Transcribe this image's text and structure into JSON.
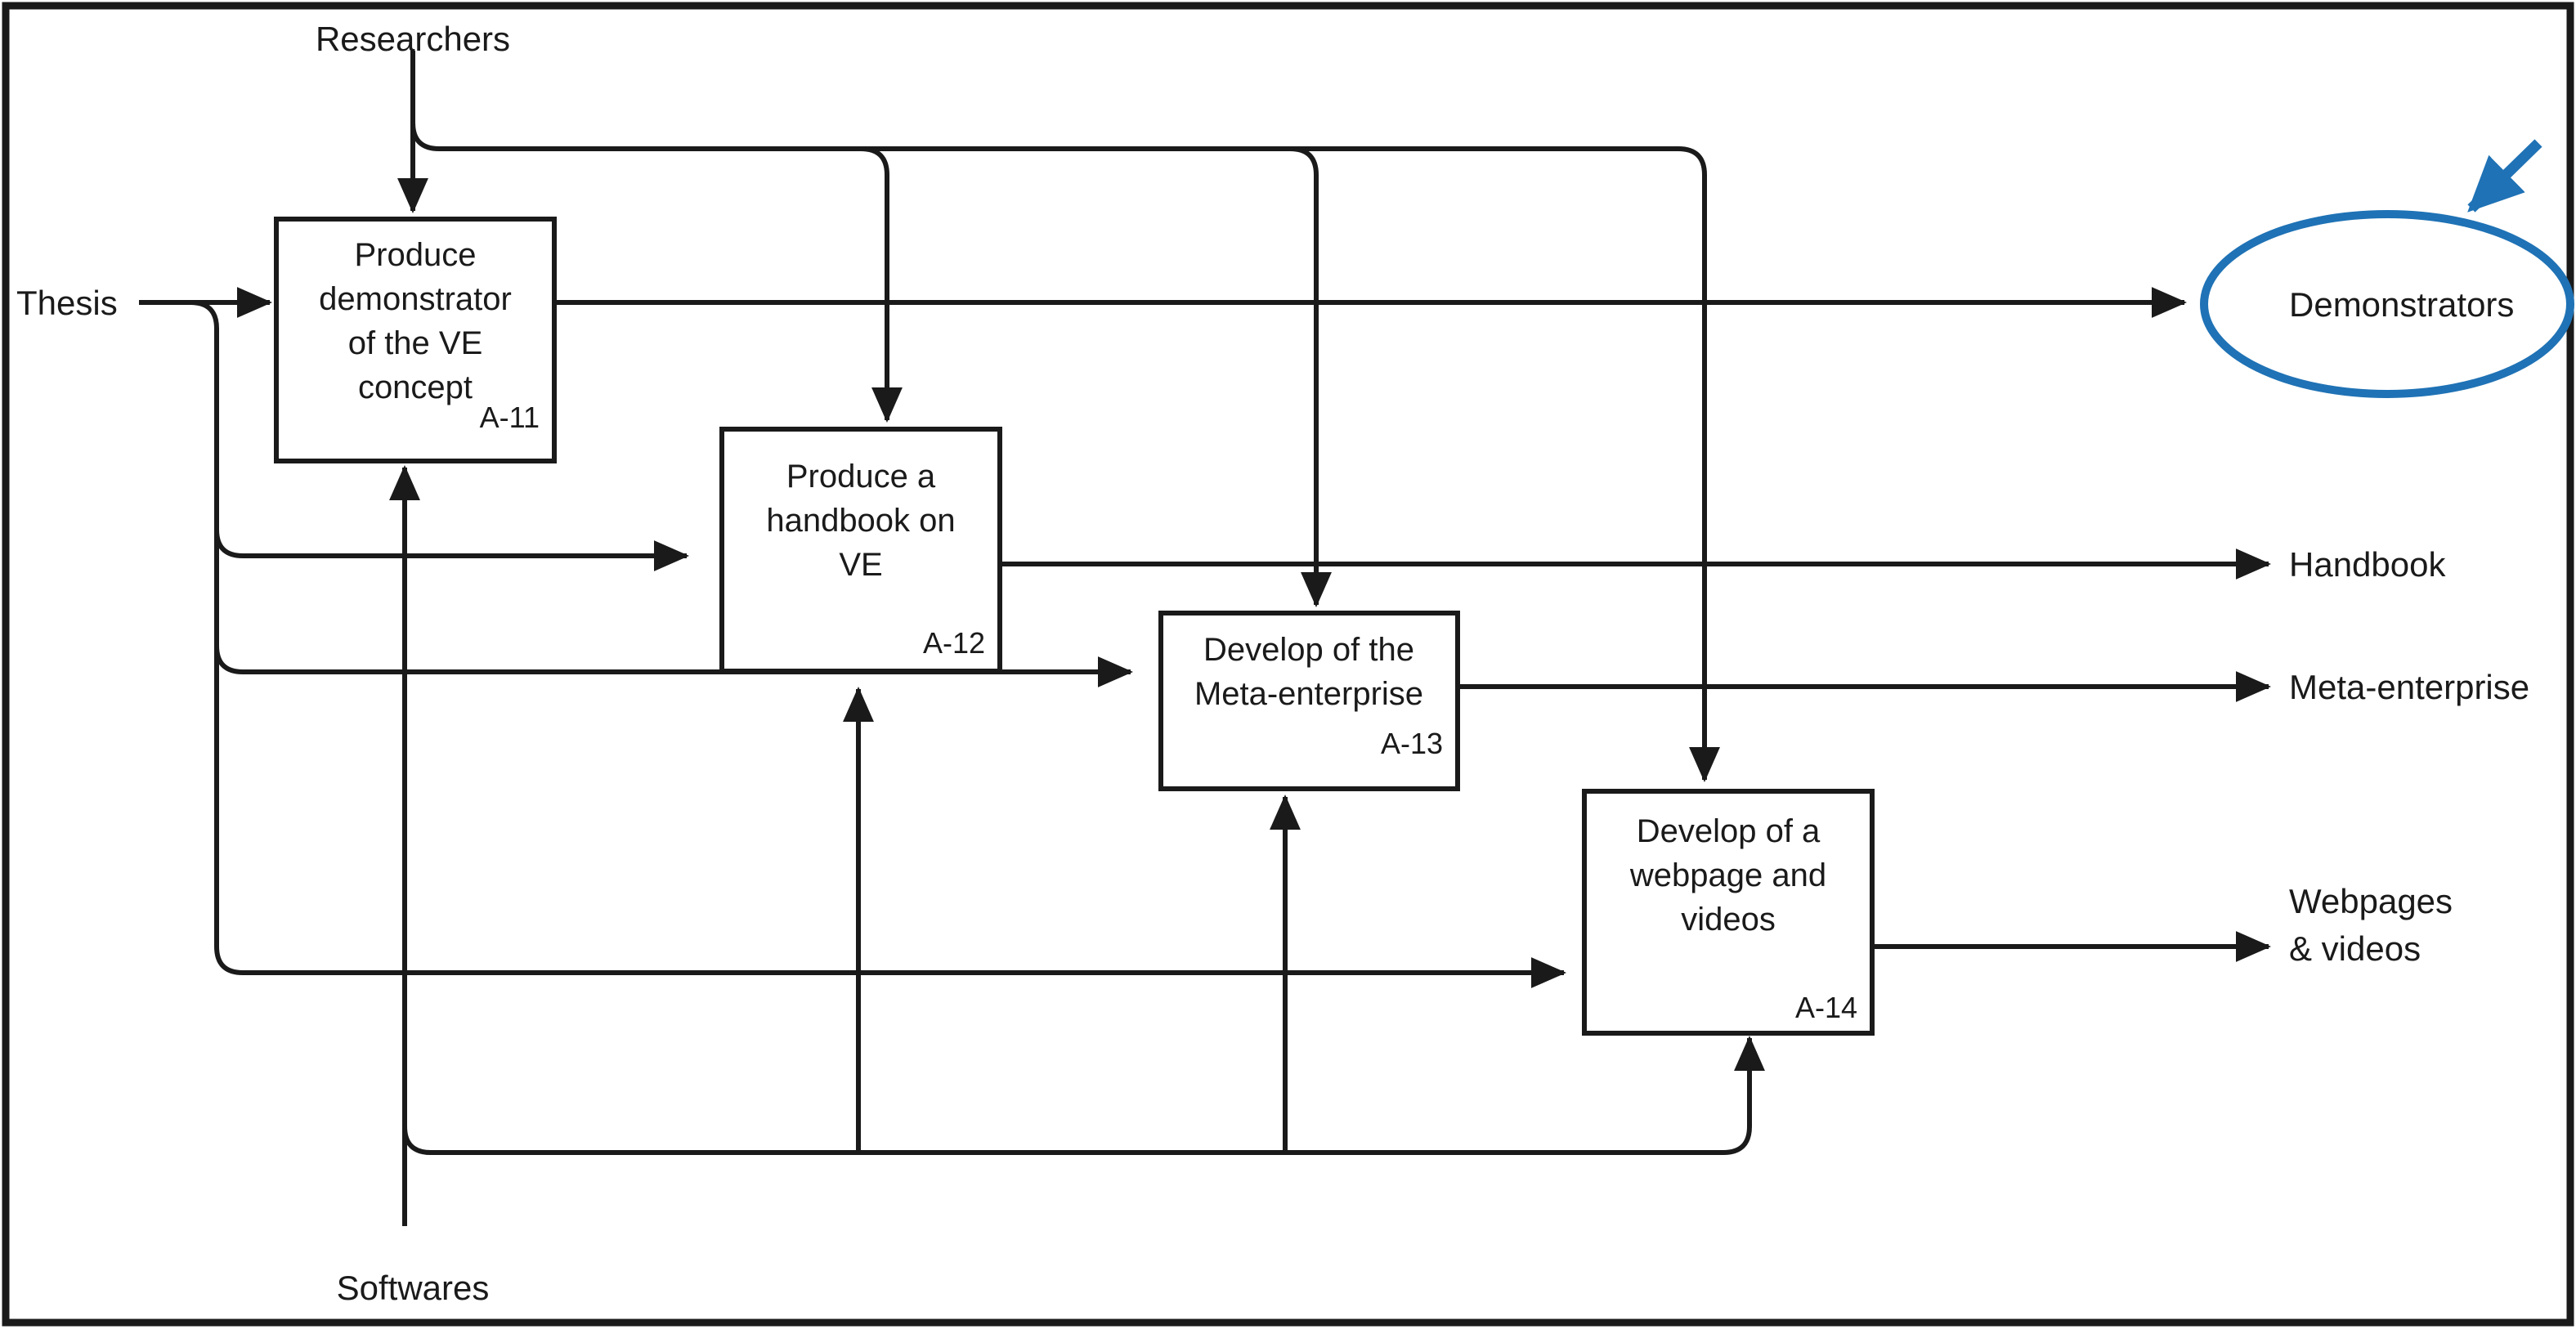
{
  "diagram": {
    "type": "idef0-activity-diagram",
    "frame": {
      "border_color": "#1a1a1a"
    },
    "line_color": "#1a1a1a",
    "highlight_color": "#1f72b5",
    "activities": [
      {
        "id": "A-11",
        "title_lines": [
          "Produce",
          "demonstrator",
          "of the VE",
          "concept"
        ],
        "title_full": "Produce demonstrator of the VE concept"
      },
      {
        "id": "A-12",
        "title_lines": [
          "Produce a",
          "handbook on",
          "VE"
        ],
        "title_full": "Produce a handbook on VE"
      },
      {
        "id": "A-13",
        "title_lines": [
          "Develop of the",
          "Meta-enterprise"
        ],
        "title_full": "Develop of the Meta-enterprise"
      },
      {
        "id": "A-14",
        "title_lines": [
          "Develop of a",
          "webpage and",
          "videos"
        ],
        "title_full": "Develop of a webpage and videos"
      }
    ],
    "inputs": [
      {
        "name": "thesis",
        "label": "Thesis"
      }
    ],
    "controls": [
      {
        "name": "researchers",
        "label": "Researchers"
      }
    ],
    "mechanisms": [
      {
        "name": "softwares",
        "label": "Softwares"
      }
    ],
    "outputs": [
      {
        "name": "demonstrators",
        "label": "Demonstrators",
        "highlighted": true
      },
      {
        "name": "handbook",
        "label": "Handbook",
        "highlighted": false
      },
      {
        "name": "meta-enterprise",
        "label": "Meta-enterprise",
        "highlighted": false
      },
      {
        "name": "webpages-videos",
        "label_lines": [
          "Webpages",
          "& videos"
        ],
        "label": "Webpages & videos",
        "highlighted": false
      }
    ],
    "annotation": {
      "name": "highlight-arrow",
      "target": "Demonstrators",
      "color": "#1f72b5"
    }
  }
}
